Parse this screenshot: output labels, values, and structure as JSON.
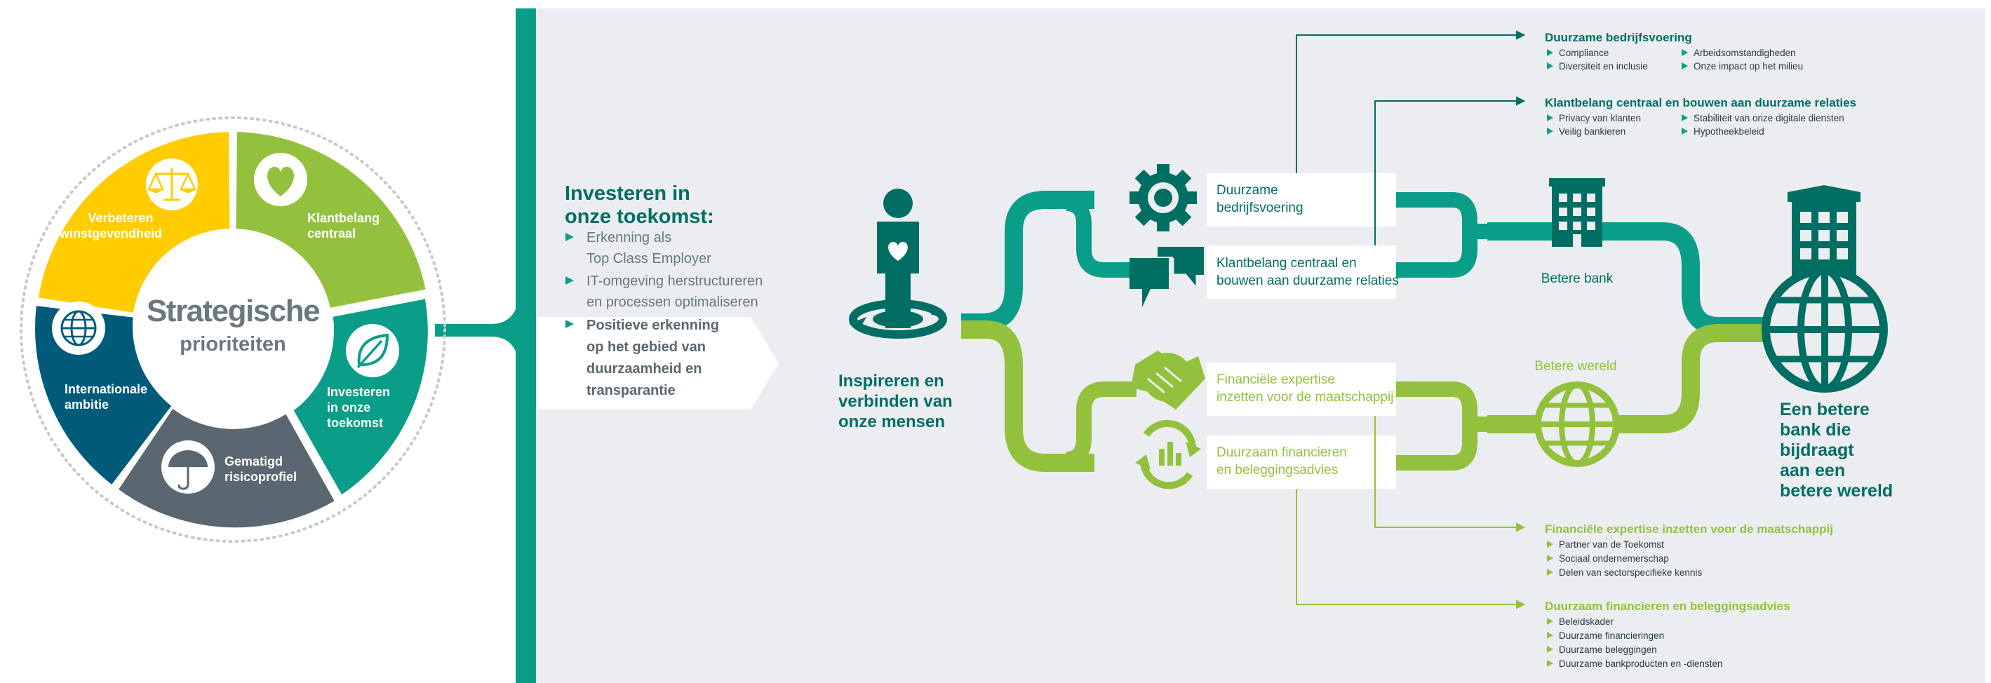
{
  "colors": {
    "teal": "#0a9e88",
    "teal_dark": "#006e63",
    "dark_teal": "#00565a",
    "green": "#94c13d",
    "yellow": "#ffcc00",
    "petrol": "#005b7b",
    "grey": "#5a6770",
    "panel_bg": "#ebedf0",
    "text_grey": "#6a7882"
  },
  "wheel": {
    "title_line1": "Strategische",
    "title_line2": "prioriteiten",
    "segments": [
      {
        "line1": "Verbeteren",
        "line2": "winstgevendheid",
        "line3": "",
        "icon": "balance-scale-icon"
      },
      {
        "line1": "Klantbelang",
        "line2": "centraal",
        "line3": "",
        "icon": "heart-icon"
      },
      {
        "line1": "Investeren",
        "line2": "in onze",
        "line3": "toekomst",
        "icon": "leaf-icon"
      },
      {
        "line1": "Gematigd",
        "line2": "risicoprofiel",
        "line3": "",
        "icon": "umbrella-icon"
      },
      {
        "line1": "Internationale",
        "line2": "ambitie",
        "line3": "",
        "icon": "globe-icon"
      }
    ]
  },
  "investing": {
    "title_line1": "Investeren in",
    "title_line2": "onze toekomst:",
    "items": [
      {
        "line1": "Erkenning als",
        "line2": "Top Class Employer"
      },
      {
        "line1": "IT-omgeving herstructureren",
        "line2": "en processen optimaliseren"
      }
    ],
    "highlight": [
      "Positieve erkenning",
      "op het gebied van",
      "duurzaamheid en",
      "transparantie"
    ]
  },
  "people": {
    "line1": "Inspireren en",
    "line2": "verbinden van",
    "line3": "onze mensen",
    "icon": "person-heart-icon"
  },
  "nodes": {
    "bedrijfsvoering": {
      "line1": "Duurzame",
      "line2": "bedrijfsvoering",
      "icon": "gear-icon"
    },
    "klantbelang": {
      "line1": "Klantbelang centraal en",
      "line2": "bouwen aan duurzame relaties",
      "icon": "speech-bubbles-icon"
    },
    "expertise": {
      "line1": "Financiële expertise",
      "line2": "inzetten voor de maatschappij",
      "icon": "handshake-icon"
    },
    "financieren": {
      "line1": "Duurzaam financieren",
      "line2": "en beleggingsadvies",
      "icon": "recycle-chart-icon"
    },
    "betere_bank": "Betere bank",
    "betere_wereld": "Betere wereld"
  },
  "result": [
    "Een betere",
    "bank die",
    "bijdraagt",
    "aan een",
    "betere wereld"
  ],
  "details": {
    "bedrijfsvoering": {
      "title": "Duurzame bedrijfsvoering",
      "col1": [
        "Compliance",
        "Diversiteit en inclusie"
      ],
      "col2": [
        "Arbeidsomstandigheden",
        "Onze impact op het milieu"
      ]
    },
    "klantbelang": {
      "title": "Klantbelang centraal en bouwen aan duurzame relaties",
      "col1": [
        "Privacy van klanten",
        "Veilig bankieren"
      ],
      "col2": [
        "Stabiliteit van onze digitale diensten",
        "Hypotheekbeleid"
      ]
    },
    "expertise": {
      "title": "Financiële expertise inzetten voor de maatschappij",
      "items": [
        "Partner van de Toekomst",
        "Sociaal ondernemerschap",
        "Delen van sectorspecifieke kennis"
      ]
    },
    "financieren": {
      "title": "Duurzaam financieren en beleggingsadvies",
      "items": [
        "Beleidskader",
        "Duurzame financieringen",
        "Duurzame beleggingen",
        "Duurzame bankproducten en -diensten"
      ]
    }
  }
}
